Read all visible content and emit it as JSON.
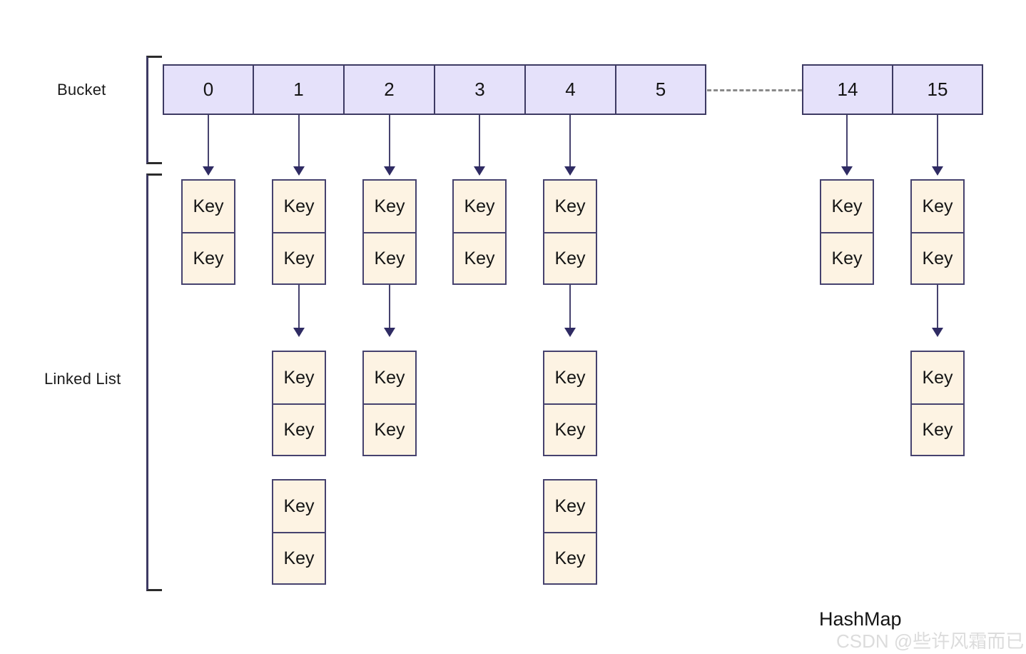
{
  "labels": {
    "bucket": "Bucket",
    "linked_list": "Linked List",
    "hashmap": "HashMap",
    "watermark": "CSDN @些许风霜而已"
  },
  "colors": {
    "bucket_fill": "#E5E1FA",
    "bucket_border": "#3d3a63",
    "key_fill": "#FDF3E3",
    "key_border": "#46426e",
    "arrow": "#2f2b63",
    "dashed": "#8a8a8a",
    "text": "#141414",
    "watermark": "#dcdcdc",
    "background": "#ffffff"
  },
  "diagram": {
    "type": "hashmap-bucket-chain",
    "bucket_label_text": "Key",
    "buckets_left": [
      {
        "index": "0"
      },
      {
        "index": "1"
      },
      {
        "index": "2"
      },
      {
        "index": "3"
      },
      {
        "index": "4"
      },
      {
        "index": "5"
      }
    ],
    "buckets_right": [
      {
        "index": "14"
      },
      {
        "index": "15"
      }
    ],
    "ellipsis_style": "dashed-line",
    "chains": [
      {
        "bucket": "0",
        "blocks": [
          {
            "cells": [
              "Key",
              "Key"
            ]
          }
        ]
      },
      {
        "bucket": "1",
        "blocks": [
          {
            "cells": [
              "Key",
              "Key"
            ]
          },
          {
            "cells": [
              "Key",
              "Key"
            ]
          },
          {
            "cells": [
              "Key",
              "Key"
            ]
          }
        ]
      },
      {
        "bucket": "2",
        "blocks": [
          {
            "cells": [
              "Key",
              "Key"
            ]
          },
          {
            "cells": [
              "Key",
              "Key"
            ]
          }
        ]
      },
      {
        "bucket": "3",
        "blocks": [
          {
            "cells": [
              "Key",
              "Key"
            ]
          }
        ]
      },
      {
        "bucket": "4",
        "blocks": [
          {
            "cells": [
              "Key",
              "Key"
            ]
          },
          {
            "cells": [
              "Key",
              "Key"
            ]
          },
          {
            "cells": [
              "Key",
              "Key"
            ]
          }
        ]
      },
      {
        "bucket": "5",
        "blocks": []
      },
      {
        "bucket": "14",
        "blocks": [
          {
            "cells": [
              "Key",
              "Key"
            ]
          }
        ]
      },
      {
        "bucket": "15",
        "blocks": [
          {
            "cells": [
              "Key",
              "Key"
            ]
          },
          {
            "cells": [
              "Key",
              "Key"
            ]
          }
        ]
      }
    ]
  }
}
